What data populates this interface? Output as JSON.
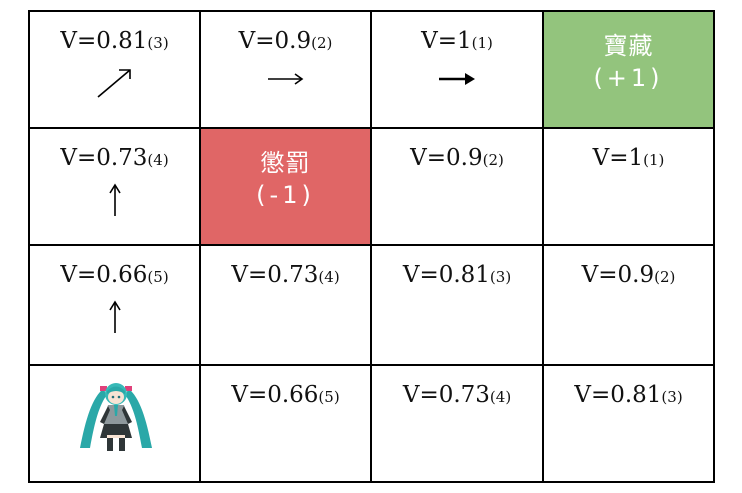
{
  "grid": {
    "rows": [
      [
        {
          "type": "value",
          "value_text": "V=0.81",
          "step_text": "(3)",
          "arrow": "up-right"
        },
        {
          "type": "value",
          "value_text": "V=0.9",
          "step_text": "(2)",
          "arrow": "right"
        },
        {
          "type": "value",
          "value_text": "V=1",
          "step_text": "(1)",
          "arrow": "right"
        },
        {
          "type": "goal",
          "title": "寶藏",
          "reward": "(+1)",
          "color": "#93c47d"
        }
      ],
      [
        {
          "type": "value",
          "value_text": "V=0.73",
          "step_text": "(4)",
          "arrow": "up"
        },
        {
          "type": "trap",
          "title": "懲罰",
          "reward": "(-1)",
          "color": "#e06666"
        },
        {
          "type": "value",
          "value_text": "V=0.9",
          "step_text": "(2)"
        },
        {
          "type": "value",
          "value_text": "V=1",
          "step_text": "(1)"
        }
      ],
      [
        {
          "type": "value",
          "value_text": "V=0.66",
          "step_text": "(5)",
          "arrow": "up"
        },
        {
          "type": "value",
          "value_text": "V=0.73",
          "step_text": "(4)"
        },
        {
          "type": "value",
          "value_text": "V=0.81",
          "step_text": "(3)"
        },
        {
          "type": "value",
          "value_text": "V=0.9",
          "step_text": "(2)"
        }
      ],
      [
        {
          "type": "agent",
          "icon": "agent-character-icon"
        },
        {
          "type": "value",
          "value_text": "V=0.66",
          "step_text": "(5)"
        },
        {
          "type": "value",
          "value_text": "V=0.73",
          "step_text": "(4)"
        },
        {
          "type": "value",
          "value_text": "V=0.81",
          "step_text": "(3)"
        }
      ]
    ]
  }
}
